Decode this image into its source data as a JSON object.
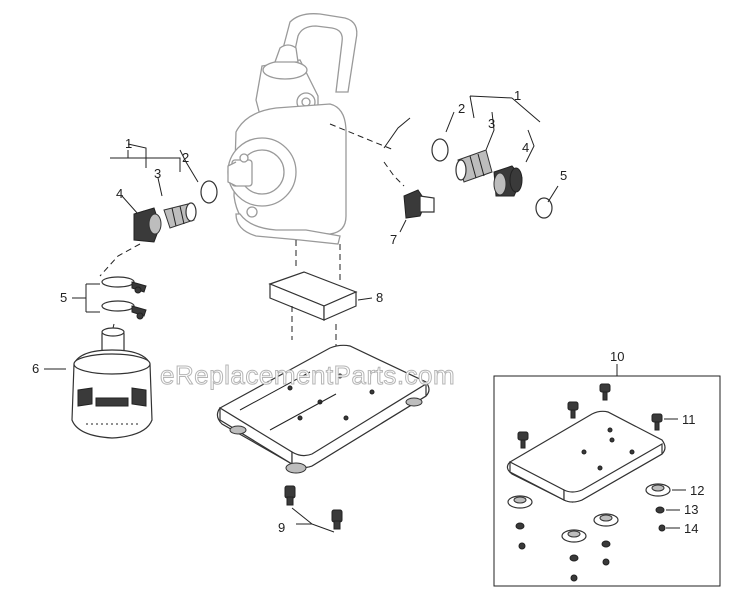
{
  "watermark": "eReplacementParts.com",
  "callouts": {
    "c1_left": "1",
    "c2_left": "2",
    "c3_left": "3",
    "c4_left": "4",
    "c5_left": "5",
    "c6": "6",
    "c1_right": "1",
    "c2_right": "2",
    "c3_right": "3",
    "c4_right": "4",
    "c5_right": "5",
    "c7": "7",
    "c8": "8",
    "c9": "9",
    "c10": "10",
    "c11": "11",
    "c12": "12",
    "c13": "13",
    "c14": "14"
  }
}
